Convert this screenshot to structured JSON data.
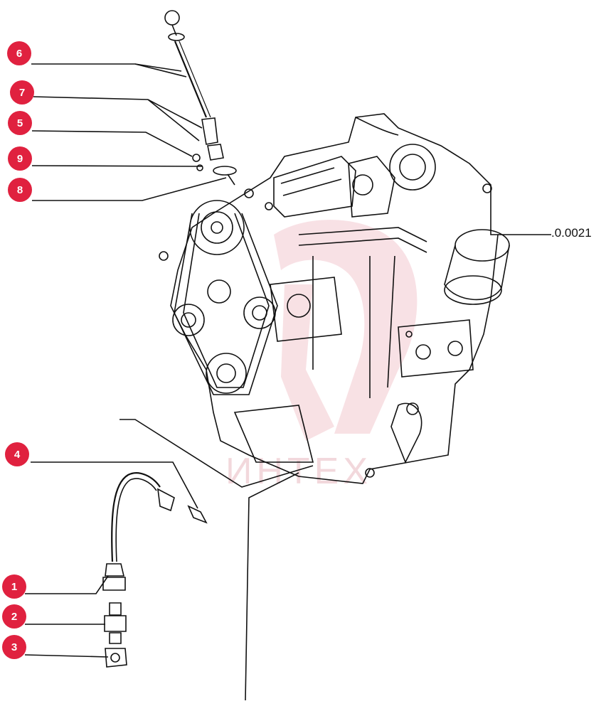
{
  "diagram": {
    "callouts": [
      {
        "id": "c6",
        "label": "6"
      },
      {
        "id": "c7",
        "label": "7"
      },
      {
        "id": "c5",
        "label": "5"
      },
      {
        "id": "c9",
        "label": "9"
      },
      {
        "id": "c8",
        "label": "8"
      },
      {
        "id": "c4",
        "label": "4"
      },
      {
        "id": "c1",
        "label": "1"
      },
      {
        "id": "c2",
        "label": "2"
      },
      {
        "id": "c3",
        "label": "3"
      }
    ],
    "reference_label": ".0.0021",
    "watermark": "ИНТЕХ",
    "colors": {
      "callout": "#e0213f",
      "line": "#111111",
      "watermark": "#f3c9cf"
    }
  }
}
